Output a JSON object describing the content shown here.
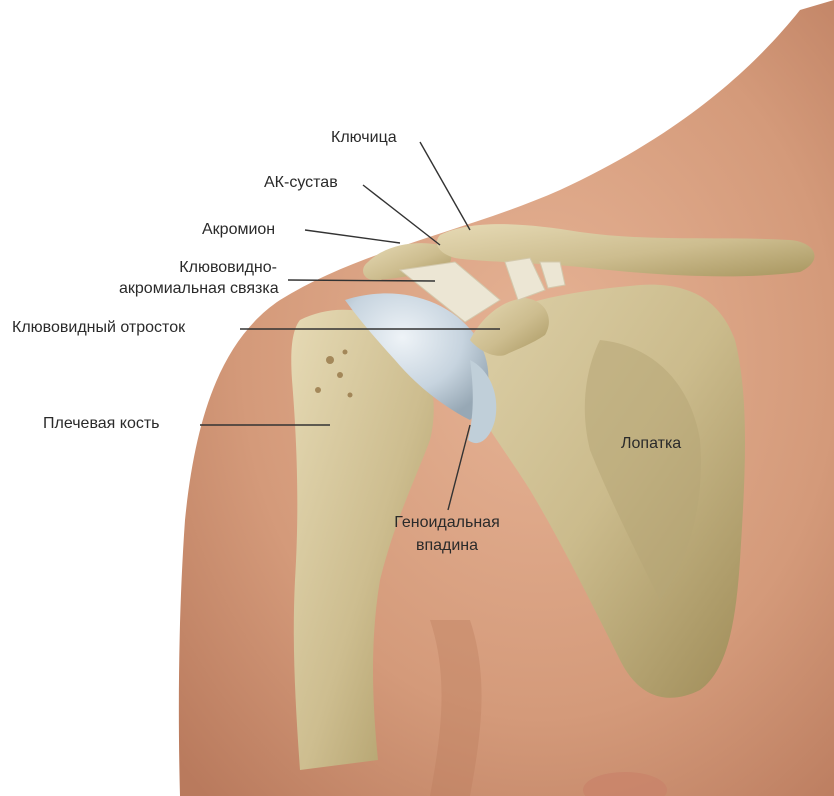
{
  "labels": {
    "clavicle": "Ключица",
    "ac_joint": "АК-сустав",
    "acromion": "Акромион",
    "cac_ligament_line1": "Клювовидно-",
    "cac_ligament_line2": "акромиальная связка",
    "coracoid": "Клювовидный отросток",
    "humerus": "Плечевая кость",
    "scapula": "Лопатка",
    "glenoid_line1": "Геноидальная",
    "glenoid_line2": "впадина"
  },
  "colors": {
    "background": "#ffffff",
    "skin": "#d9a182",
    "skin_shadow": "#b97a5d",
    "bone": "#d8c9a0",
    "bone_shadow": "#a8965f",
    "cartilage": "#c9d6e0",
    "ligament": "#ece6d4",
    "leader_line": "#333333",
    "text": "#2a2a2a"
  }
}
